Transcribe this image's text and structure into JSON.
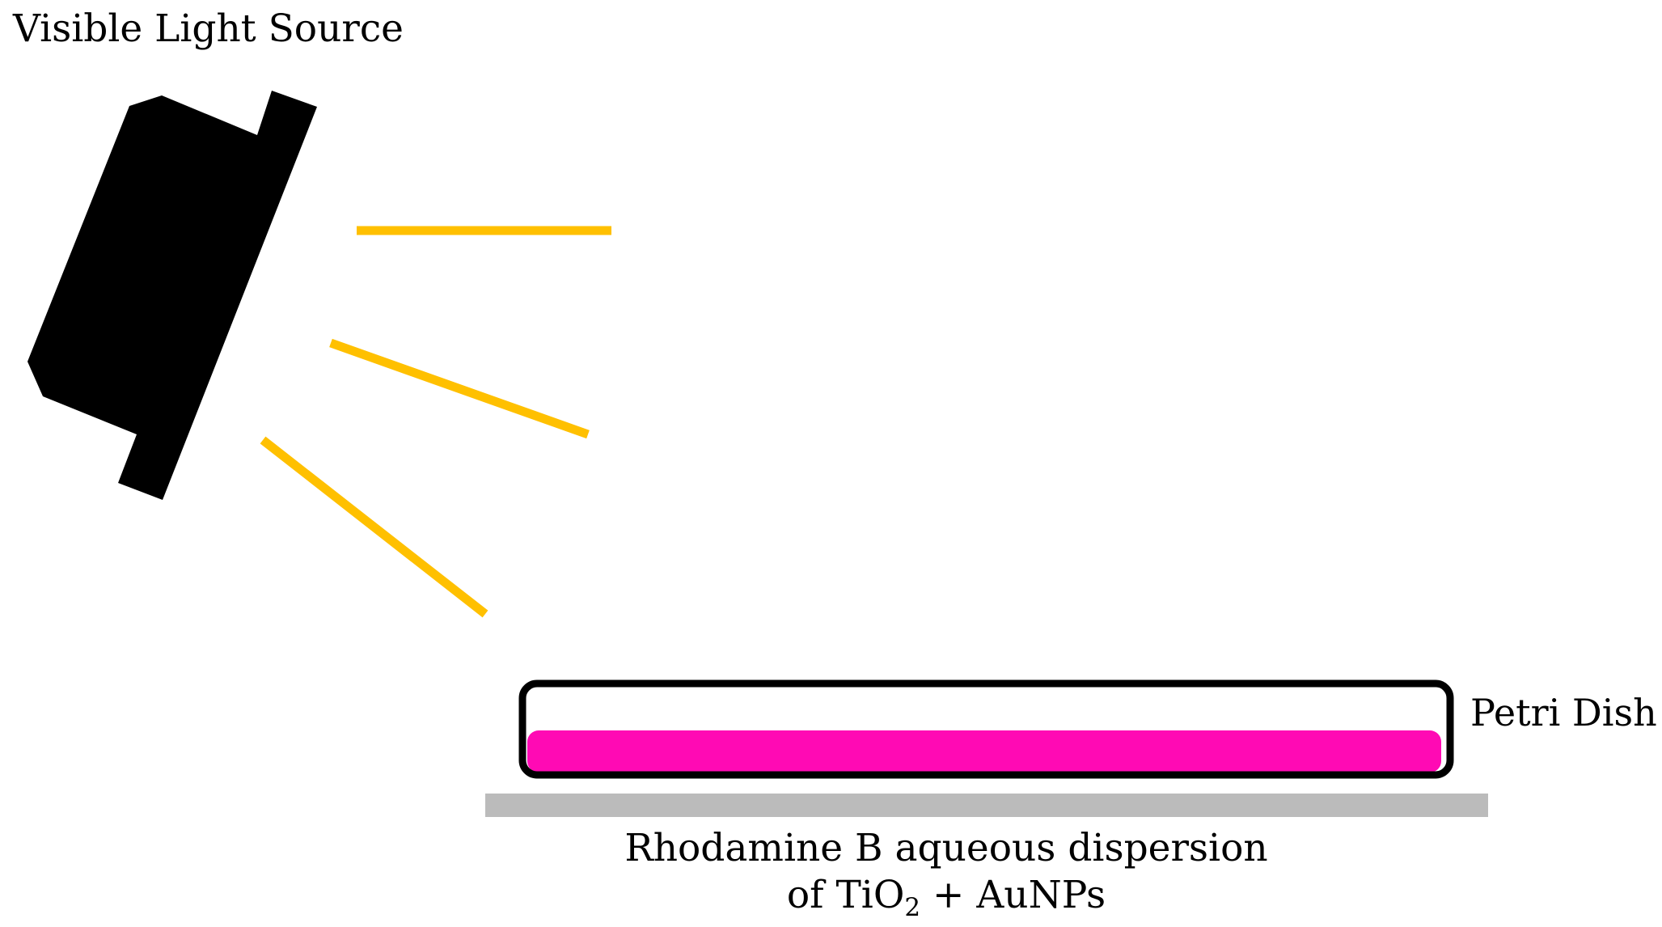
{
  "labels": {
    "light_source": "Visible Light Source",
    "petri_dish": "Petri Dish",
    "caption_line1": "Rhodamine B aqueous dispersion",
    "caption_line2_prefix": "of TiO",
    "caption_line2_subscript": "2",
    "caption_line2_suffix": " + AuNPs"
  },
  "icons": {
    "lamp": "lamp-icon"
  },
  "colors": {
    "lamp": "#000000",
    "light_rays": "#FFC000",
    "dish_outline": "#000000",
    "liquid": "#FF0AB4",
    "table": "#BBBBBB",
    "background": "#FFFFFF"
  }
}
